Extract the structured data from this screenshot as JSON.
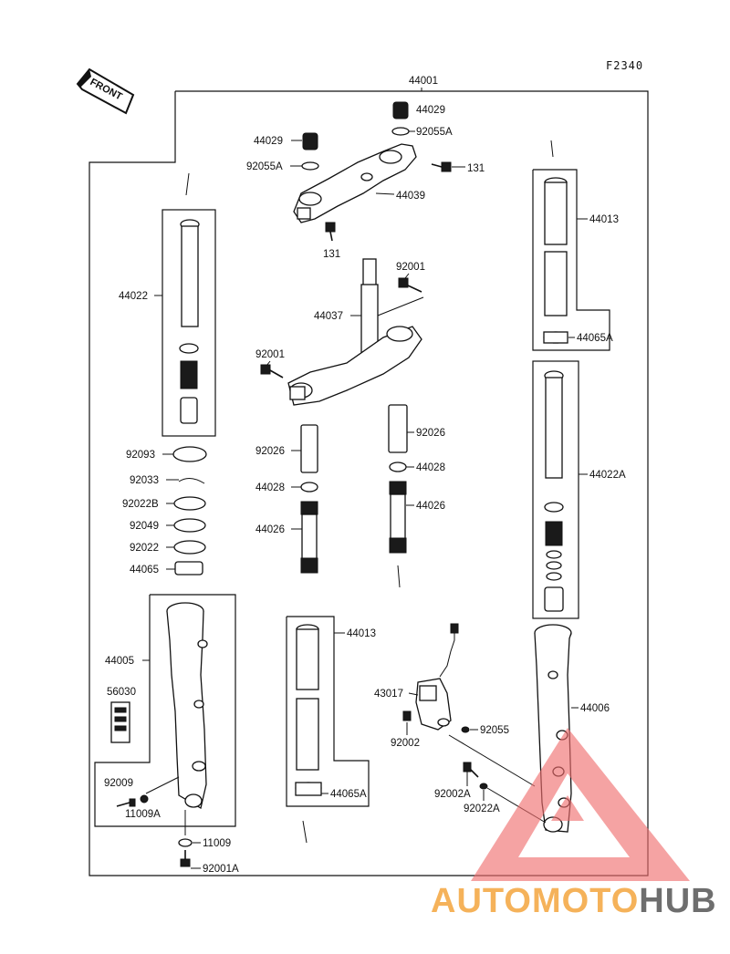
{
  "diagram_code": "F2340",
  "front_label": "FRONT",
  "parts": {
    "p44001": "44001",
    "p44029_a": "44029",
    "p92055A_a": "92055A",
    "p44029_b": "44029",
    "p92055A_b": "92055A",
    "p131_a": "131",
    "p44039": "44039",
    "p131_b": "131",
    "p44022": "44022",
    "p44013_a": "44013",
    "p44065A_a": "44065A",
    "p92001_a": "92001",
    "p44037": "44037",
    "p92001_b": "92001",
    "p92093": "92093",
    "p92033": "92033",
    "p92022B": "92022B",
    "p92049": "92049",
    "p92022": "92022",
    "p44065": "44065",
    "p92026_a": "92026",
    "p44028_a": "44028",
    "p44026_a": "44026",
    "p92026_b": "92026",
    "p44028_b": "44028",
    "p44026_b": "44026",
    "p44022A": "44022A",
    "p44005": "44005",
    "p56030": "56030",
    "p92009": "92009",
    "p11009A": "11009A",
    "p11009": "11009",
    "p92001A": "92001A",
    "p44013_b": "44013",
    "p44065A_b": "44065A",
    "p43017": "43017",
    "p92002": "92002",
    "p92055": "92055",
    "p44006": "44006",
    "p92002A": "92002A",
    "p92022A": "92022A"
  },
  "watermark": {
    "part1": "AUTOMOTO",
    "part2": "HUB",
    "color_orange": "#f5b25a",
    "color_grey": "#6e6e6e",
    "color_red": "#ef6f6f"
  }
}
